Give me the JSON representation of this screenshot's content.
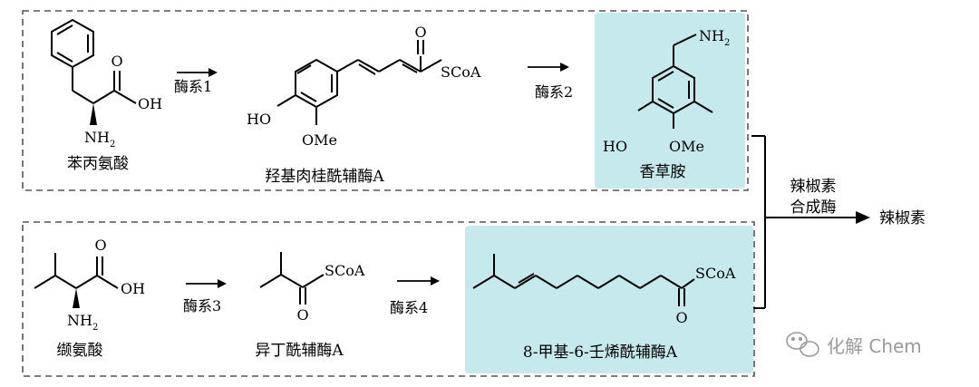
{
  "pathway_top": {
    "start": {
      "name": "苯丙氨酸",
      "groups": {
        "oh": "OH",
        "o": "O",
        "amine": "NH",
        "sub": "2"
      }
    },
    "step1": {
      "label": "酶系1"
    },
    "intermediate": {
      "name": "羟基肉桂酰辅酶A",
      "groups": {
        "ho": "HO",
        "ome": "OMe",
        "o": "O",
        "scoa": "SCoA"
      }
    },
    "step2": {
      "label": "酶系2"
    },
    "product": {
      "name": "香草胺",
      "groups": {
        "amine": "NH",
        "sub": "2",
        "ho": "HO",
        "ome": "OMe"
      }
    }
  },
  "pathway_bottom": {
    "start": {
      "name": "缬氨酸",
      "groups": {
        "o": "O",
        "oh": "OH",
        "amine": "NH",
        "sub": "2"
      }
    },
    "step3": {
      "label": "酶系3"
    },
    "intermediate": {
      "name": "异丁酰辅酶A",
      "groups": {
        "scoa": "SCoA",
        "o": "O"
      }
    },
    "step4": {
      "label": "酶系4"
    },
    "product": {
      "name": "8-甲基-6-壬烯酰辅酶A",
      "groups": {
        "scoa": "SCoA",
        "o": "O"
      }
    }
  },
  "final": {
    "enzyme_line1": "辣椒素",
    "enzyme_line2": "合成酶",
    "product": "辣椒素"
  },
  "watermark": {
    "text": "化解 Chem",
    "icon": "wechat-icon"
  },
  "colors": {
    "highlight": "#c5e9ec",
    "line": "#000000",
    "dash": "#555555"
  }
}
